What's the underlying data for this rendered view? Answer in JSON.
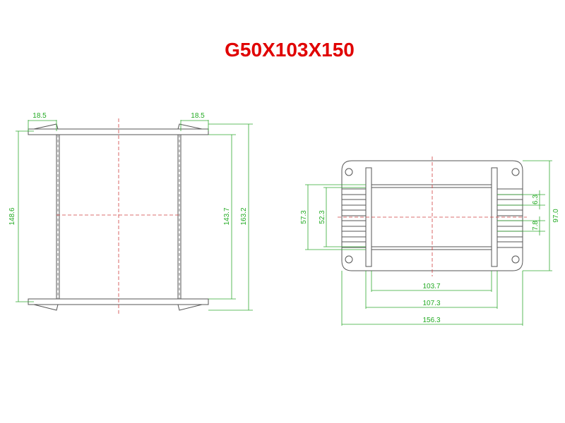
{
  "title": "G50X103X150",
  "colors": {
    "title": "#e00000",
    "dimension": "#22aa22",
    "outline": "#555555",
    "centerline": "#d04040"
  },
  "left_view": {
    "dims": {
      "top_left_flange": "18.5",
      "top_right_flange": "18.5",
      "outer_left_height": "148.6",
      "inner_height": "143.7",
      "overall_height": "163.2"
    }
  },
  "right_view": {
    "dims": {
      "left_outer": "57.3",
      "left_inner": "52.3",
      "pin_pitch": "6.3",
      "pin_gap": "7.8",
      "overall_height": "97.0",
      "inner_width": "103.7",
      "core_width": "107.3",
      "overall_width": "156.3"
    }
  }
}
